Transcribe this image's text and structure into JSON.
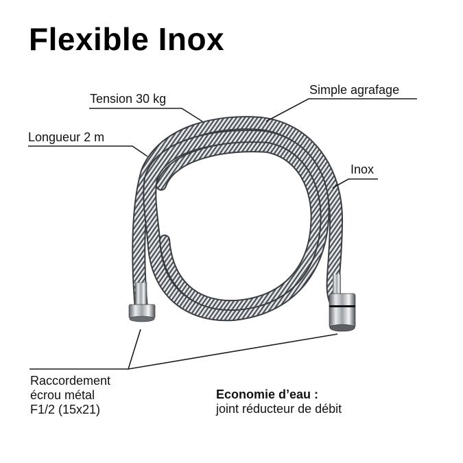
{
  "title": "Flexible Inox",
  "colors": {
    "text": "#111111",
    "leader_line": "#1a1a1a",
    "hose_light": "#e6e8ea",
    "hose_mid": "#a9adb2",
    "hose_dark": "#3a3d41",
    "background": "#ffffff"
  },
  "callouts": {
    "tension": {
      "text": "Tension 30 kg"
    },
    "longueur": {
      "text": "Longueur 2 m"
    },
    "agrafage": {
      "text": "Simple agrafage"
    },
    "inox": {
      "text": "Inox"
    },
    "raccordement": {
      "line1": "Raccordement",
      "line2": "écrou métal",
      "line3": "F1/2 (15x21)"
    },
    "economie": {
      "heading": "Economie d’eau :",
      "body": "joint réducteur de débit"
    }
  },
  "product": {
    "name": "stainless-steel-shower-hose",
    "ends": [
      "knurled-nut-connector",
      "conical-nut-connector"
    ]
  }
}
